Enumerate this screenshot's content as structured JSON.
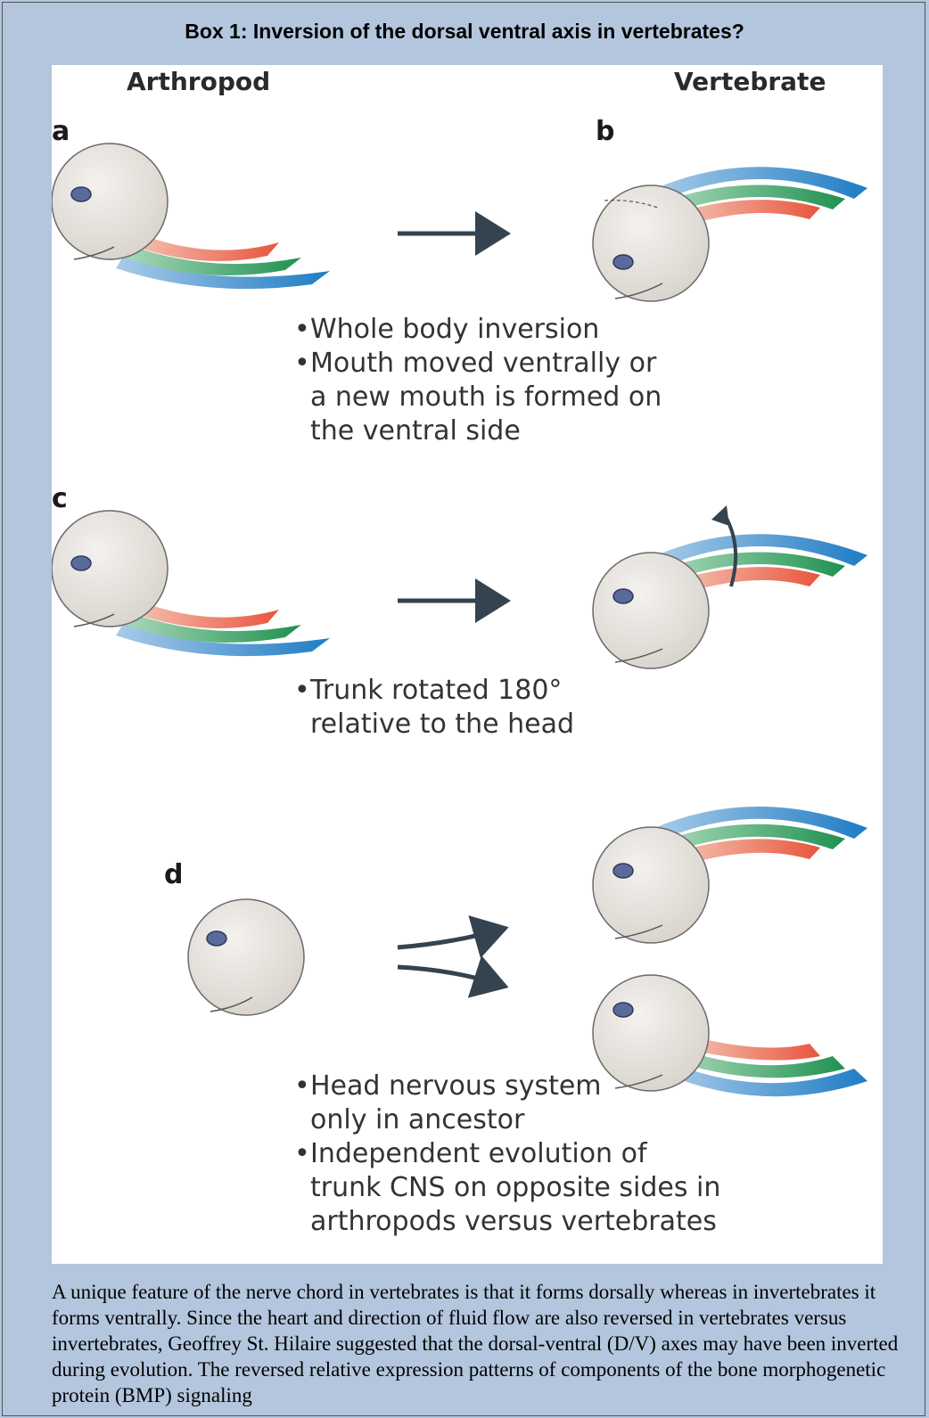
{
  "box_title": "Box 1: Inversion of the dorsal ventral axis in vertebrates?",
  "headers": {
    "left": "Arthropod",
    "right": "Vertebrate"
  },
  "panel_letters": {
    "a": "a",
    "b": "b",
    "c": "c",
    "d": "d"
  },
  "bullets": {
    "ab": [
      "Whole body inversion",
      "Mouth moved ventrally or",
      "a new mouth is formed on",
      "the ventral side"
    ],
    "c": [
      "Trunk rotated 180°",
      "relative to the head"
    ],
    "d": [
      "Head nervous system",
      "only in ancestor",
      "Independent evolution of",
      "trunk CNS on opposite sides in",
      "arthropods versus vertebrates"
    ]
  },
  "caption": "A unique feature of the nerve chord in vertebrates is that it forms dorsally whereas in invertebrates it forms ventrally. Since the heart and direction of fluid flow are also reversed in vertebrates versus invertebrates, Geoffrey St. Hilaire suggested that the dorsal-ventral (D/V) axes may have been inverted during evolution. The reversed relative expression patterns of components of the bone morphogenetic protein (BMP) signaling",
  "colors": {
    "background": "#b3c6de",
    "head": "#e9e6e1",
    "band_blue": "#2f86c8",
    "band_green": "#2e9a5c",
    "band_red": "#e8664f",
    "arrow": "#34434f"
  }
}
